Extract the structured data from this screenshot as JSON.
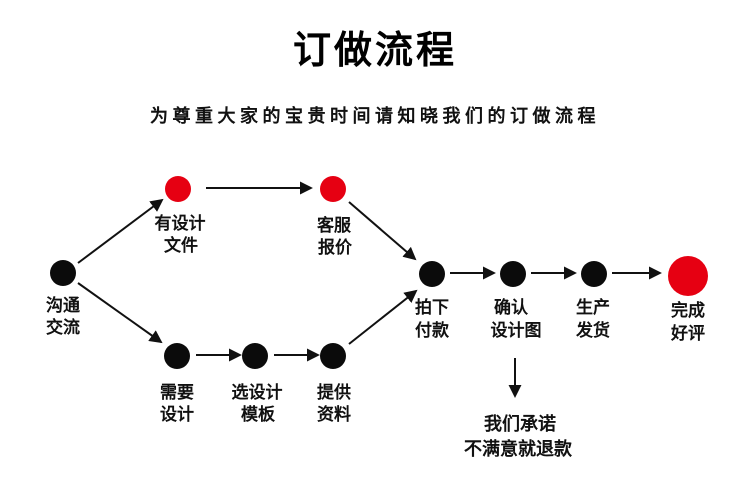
{
  "page": {
    "title": "订做流程",
    "subtitle": "为尊重大家的宝贵时间请知晓我们的订做流程"
  },
  "colors": {
    "node_black": "#0b0b0b",
    "node_red": "#e60012",
    "arrow": "#111111",
    "background": "#ffffff"
  },
  "flowchart": {
    "nodes": [
      {
        "id": "communicate",
        "lines": [
          "沟通",
          "交流"
        ],
        "fill": "#0b0b0b"
      },
      {
        "id": "has-design-file",
        "lines": [
          "有设计",
          "文件"
        ],
        "fill": "#e60012"
      },
      {
        "id": "service-quote",
        "lines": [
          "客服",
          "报价"
        ],
        "fill": "#e60012"
      },
      {
        "id": "need-design",
        "lines": [
          "需要",
          "设计"
        ],
        "fill": "#0b0b0b"
      },
      {
        "id": "choose-template",
        "lines": [
          "选设计",
          "模板"
        ],
        "fill": "#0b0b0b"
      },
      {
        "id": "provide-material",
        "lines": [
          "提供",
          "资料"
        ],
        "fill": "#0b0b0b"
      },
      {
        "id": "pay-order",
        "lines": [
          "拍下",
          "付款"
        ],
        "fill": "#0b0b0b"
      },
      {
        "id": "confirm-design",
        "lines": [
          "确认",
          "设计图"
        ],
        "fill": "#0b0b0b"
      },
      {
        "id": "produce-ship",
        "lines": [
          "生产",
          "发货"
        ],
        "fill": "#0b0b0b"
      },
      {
        "id": "complete-review",
        "lines": [
          "完成",
          "好评"
        ],
        "fill": "#e60012"
      }
    ],
    "promise": {
      "line1": "我们承诺",
      "line2": "不满意就退款"
    }
  }
}
